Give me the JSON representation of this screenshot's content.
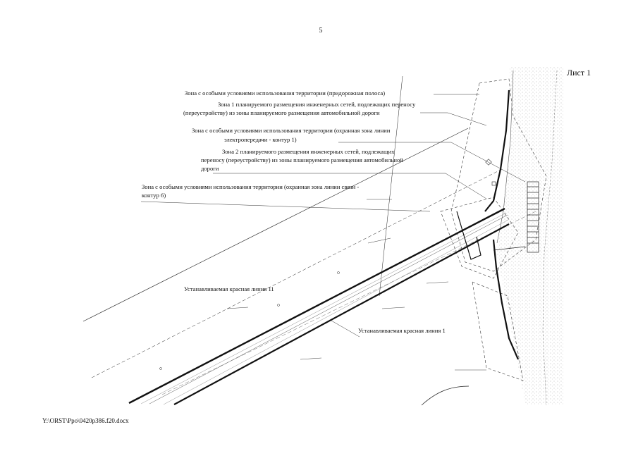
{
  "page": {
    "number": "5",
    "sheet": "Лист 1",
    "footer": "Y:\\ORST\\Ppo\\0420p386.f20.docx"
  },
  "labels": {
    "zone_roadside": "Зона с особыми условиями использования территории (придорожная полоса)",
    "zone1_line1": "Зона 1 планируемого размещения инженерных сетей, подлежащих переносу",
    "zone1_line2": "(переустройству) из зоны планируемого размещения автомобильной дороги",
    "zone_power_line1": "Зона с особыми условиями использования территории (охранная зона линии",
    "zone_power_line2": "электропередачи - контур 1)",
    "zone2_line1": "Зона 2 планируемого размещения инженерных сетей, подлежащих",
    "zone2_line2": "переносу (переустройству) из зоны планируемого размещения автомобильной",
    "zone2_line3": "дороги",
    "zone_comm_line1": "Зона с особыми условиями использования территории (охранная зона линии связи -",
    "zone_comm_line2": "контур 6)",
    "red_line_11": "Устанавливаемая красная линия 11",
    "red_line_1": "Устанавливаемая красная линия 1"
  },
  "colors": {
    "ink": "#111111",
    "stipple": "#9a9a9a"
  }
}
